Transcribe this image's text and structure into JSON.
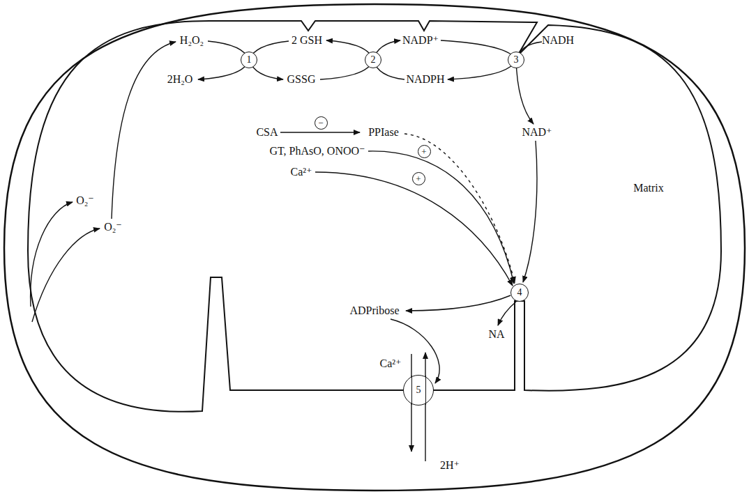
{
  "diagram": {
    "nodes": [
      {
        "text": [
          "1"
        ]
      },
      {
        "text": [
          "2"
        ]
      },
      {
        "text": [
          "3"
        ]
      },
      {
        "text": [
          "−"
        ]
      },
      {
        "text": [
          "+"
        ]
      },
      {
        "text": [
          "+"
        ]
      },
      {
        "text": [
          "4"
        ]
      },
      {
        "text": [
          "5"
        ]
      }
    ],
    "labels": [
      "H₂O₂",
      "2H₂O",
      "2 GSH",
      "GSSG",
      "NADP⁺",
      "NADPH",
      "NADH",
      "NAD⁺",
      "O₂⁻",
      "O₂⁻",
      "CSA",
      "PPIase",
      "GT, PhAsO, ONOO⁻",
      "Ca²⁺",
      "ADPribose",
      "NA",
      "Matrix",
      "Ca²⁺",
      "2H⁺"
    ]
  }
}
